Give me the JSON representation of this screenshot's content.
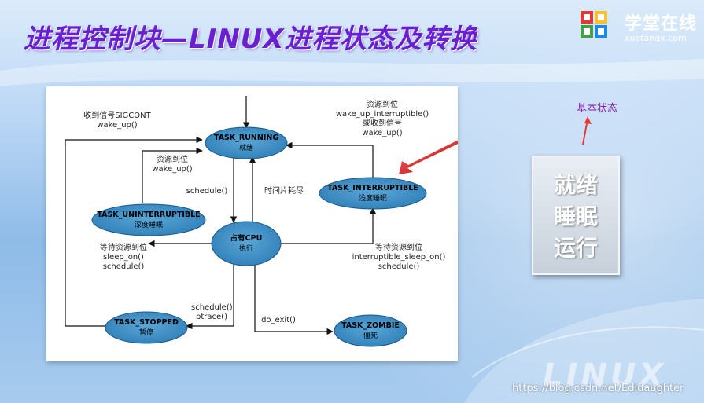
{
  "slide": {
    "title": "进程控制块—LINUX进程状态及转换",
    "logo": {
      "text": "学堂在线",
      "sub": "xuetangx.com"
    },
    "annotation": "基本状态",
    "state_box": {
      "lines": [
        "就绪",
        "睡眠",
        "运行"
      ]
    },
    "watermark": "LINUX",
    "credit": "https://blog.csdn.net/Edidaughter"
  },
  "diagram": {
    "nodes": {
      "running": {
        "title": "TASK_RUNNING",
        "sub": "就绪"
      },
      "interruptible": {
        "title": "TASK_INTERRUPTIBLE",
        "sub": "浅度睡眠"
      },
      "uninterruptible": {
        "title": "TASK_UNINTERRUPTIBLE",
        "sub": "深度睡眠"
      },
      "cpu": {
        "title": "占有CPU",
        "sub": "执行"
      },
      "stopped": {
        "title": "TASK_STOPPED",
        "sub": "暂停"
      },
      "zombie": {
        "title": "TASK_ZOMBIE",
        "sub": "僵死"
      }
    },
    "labels": {
      "sigcont": "收到信号SIGCONT",
      "wakeup1": "wake_up()",
      "res_top1": "资源到位",
      "res_top2": "wake_up_interruptible()",
      "res_top3": "或收到信号",
      "res_top4": "wake_up()",
      "res_left1": "资源到位",
      "res_left2": "wake_up()",
      "schedule_mid": "schedule()",
      "timeslice": "时间片耗尽",
      "wait_left1": "等待资源到位",
      "wait_left2": "sleep_on()",
      "wait_left3": "schedule()",
      "wait_right1": "等待资源到位",
      "wait_right2": "interruptible_sleep_on()",
      "wait_right3": "schedule()",
      "sched_ptrace1": "schedule()",
      "sched_ptrace2": "ptrace()",
      "do_exit": "do_exit()"
    }
  }
}
